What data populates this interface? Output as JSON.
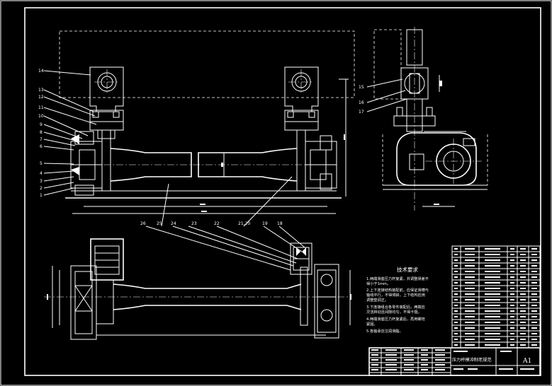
{
  "drawing": {
    "sheet_size": "A1",
    "title": "压力杆模冲制老规范",
    "part_labels_left": [
      "14",
      "13",
      "12",
      "11",
      "10",
      "9",
      "8",
      "7",
      "6",
      "5",
      "4",
      "3",
      "2",
      "1"
    ],
    "part_labels_right": [
      "15",
      "16",
      "17"
    ],
    "part_labels_bottom": [
      "26",
      "25",
      "24",
      "23",
      "22",
      "21,20",
      "19",
      "18"
    ],
    "requirements": {
      "heading": "技术要求",
      "items": [
        "1.两端滑座压力杆旋紧，并调整误差不",
        "得小于1mm。",
        "2.上下连接结构装配前，应保证滑槽与",
        "   轴线平行，不得倾斜，上下结构应用",
        "   调整垫调正。",
        "3.下连接组合各零件装配后，两端应",
        "   灵活转动且间隙均匀，不得卡阻。",
        "4.两端滑座压力杆旋紧后，再用螺栓",
        "   紧固。",
        "5.各轴承应注润滑脂。"
      ]
    }
  }
}
